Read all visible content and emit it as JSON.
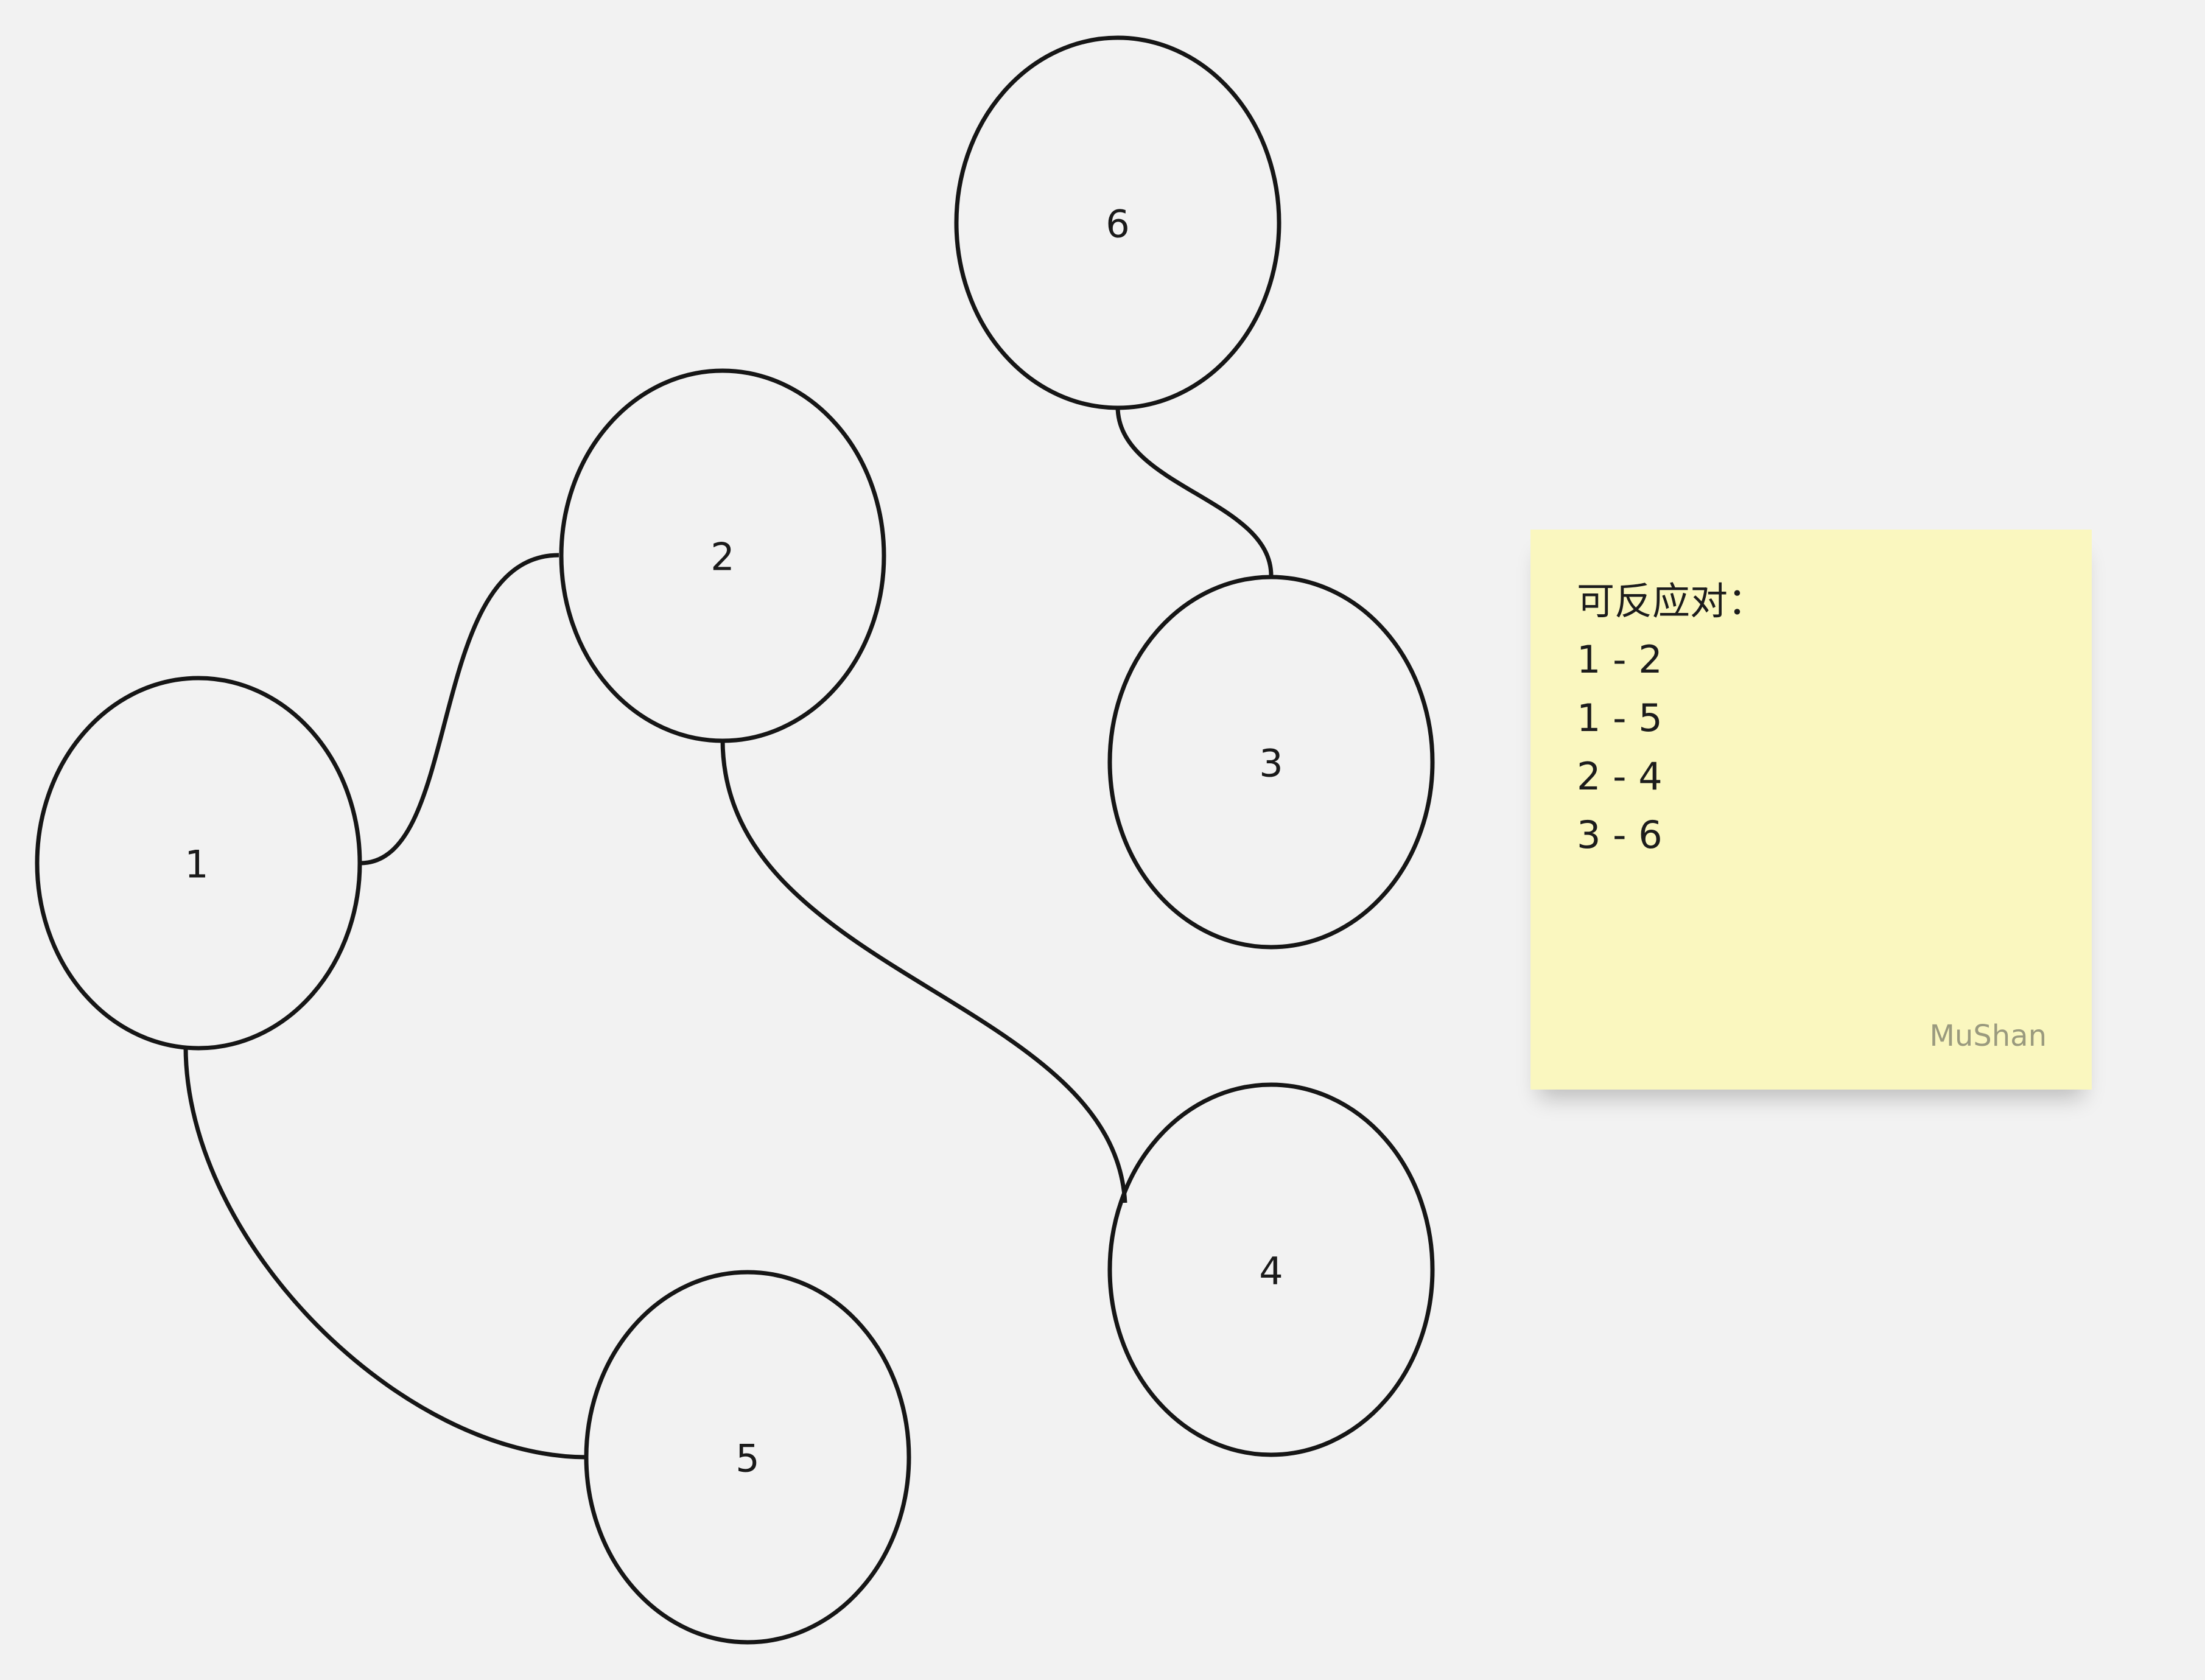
{
  "diagram": {
    "nodes": [
      {
        "id": "1",
        "label": "1"
      },
      {
        "id": "2",
        "label": "2"
      },
      {
        "id": "3",
        "label": "3"
      },
      {
        "id": "4",
        "label": "4"
      },
      {
        "id": "5",
        "label": "5"
      },
      {
        "id": "6",
        "label": "6"
      }
    ],
    "edges": [
      {
        "from": "1",
        "to": "2"
      },
      {
        "from": "1",
        "to": "5"
      },
      {
        "from": "2",
        "to": "4"
      },
      {
        "from": "6",
        "to": "3"
      }
    ]
  },
  "note": {
    "title": "可反应对：",
    "pairs": [
      "1 - 2",
      "1 - 5",
      "2 - 4",
      "3 - 6"
    ],
    "author": "MuShan",
    "background_color": "#faf7bf"
  },
  "colors": {
    "background": "#f2f2f2",
    "stroke": "#161616"
  }
}
